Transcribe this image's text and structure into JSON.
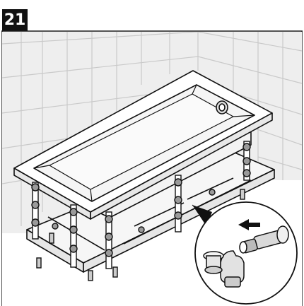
{
  "step": {
    "number": "21"
  },
  "colors": {
    "frame_border": "#1a1a1a",
    "wall_shade": "#eeeeee",
    "tile_line": "#c9c9c9",
    "line_art": "#111111",
    "tub_shade": "#f3f3f3",
    "badge_bg": "#111111",
    "badge_text": "#ffffff"
  },
  "illustration": {
    "subject": "bathtub-with-support-frame",
    "detail_callout": "drain-siphon-connection",
    "arrow_direction": "left"
  }
}
